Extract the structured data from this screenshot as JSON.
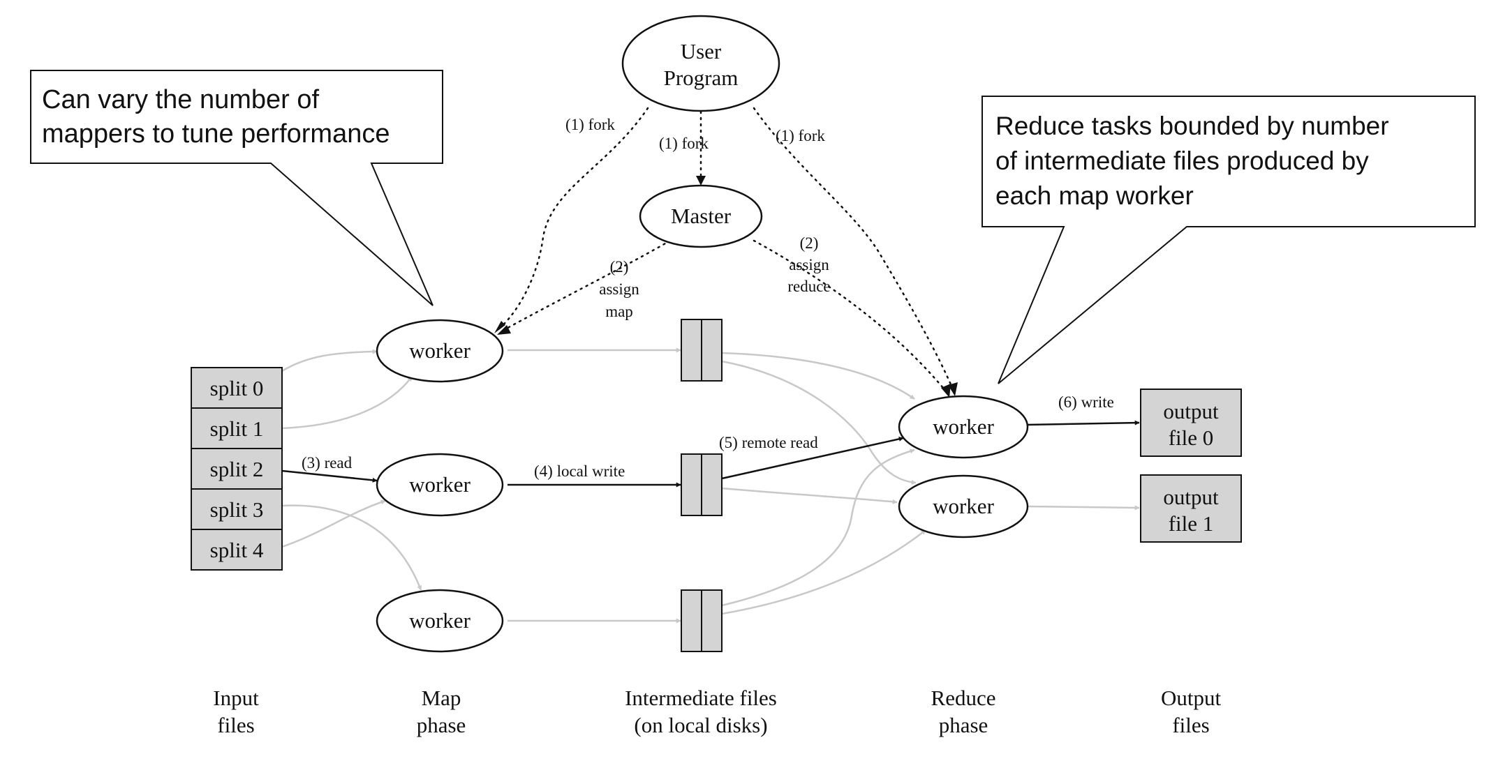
{
  "callouts": {
    "mappers": {
      "lines": [
        "Can vary the number of",
        "mappers to tune performance"
      ]
    },
    "reducers": {
      "lines": [
        "Reduce tasks bounded by number",
        "of intermediate files produced by",
        "each map worker"
      ]
    }
  },
  "nodes": {
    "user_program": {
      "lines": [
        "User",
        "Program"
      ]
    },
    "master": {
      "label": "Master"
    },
    "map_workers": [
      "worker",
      "worker",
      "worker"
    ],
    "reduce_workers": [
      "worker",
      "worker"
    ],
    "splits": [
      "split 0",
      "split 1",
      "split 2",
      "split 3",
      "split 4"
    ],
    "outputs": [
      {
        "lines": [
          "output",
          "file 0"
        ]
      },
      {
        "lines": [
          "output",
          "file 1"
        ]
      }
    ]
  },
  "edges": {
    "fork_left": "(1) fork",
    "fork_center": "(1) fork",
    "fork_right": "(1) fork",
    "assign_map": [
      "(2)",
      "assign",
      "map"
    ],
    "assign_reduce": [
      "(2)",
      "assign",
      "reduce"
    ],
    "read": "(3) read",
    "local_write": "(4) local write",
    "remote_read": "(5) remote read",
    "write": "(6) write"
  },
  "phases": [
    {
      "lines": [
        "Input",
        "files"
      ]
    },
    {
      "lines": [
        "Map",
        "phase"
      ]
    },
    {
      "lines": [
        "Intermediate files",
        "(on local disks)"
      ]
    },
    {
      "lines": [
        "Reduce",
        "phase"
      ]
    },
    {
      "lines": [
        "Output",
        "files"
      ]
    }
  ],
  "colors": {
    "gray_fill": "#d4d4d4",
    "gray_edge": "#c8c8c8",
    "ink": "#111111"
  }
}
